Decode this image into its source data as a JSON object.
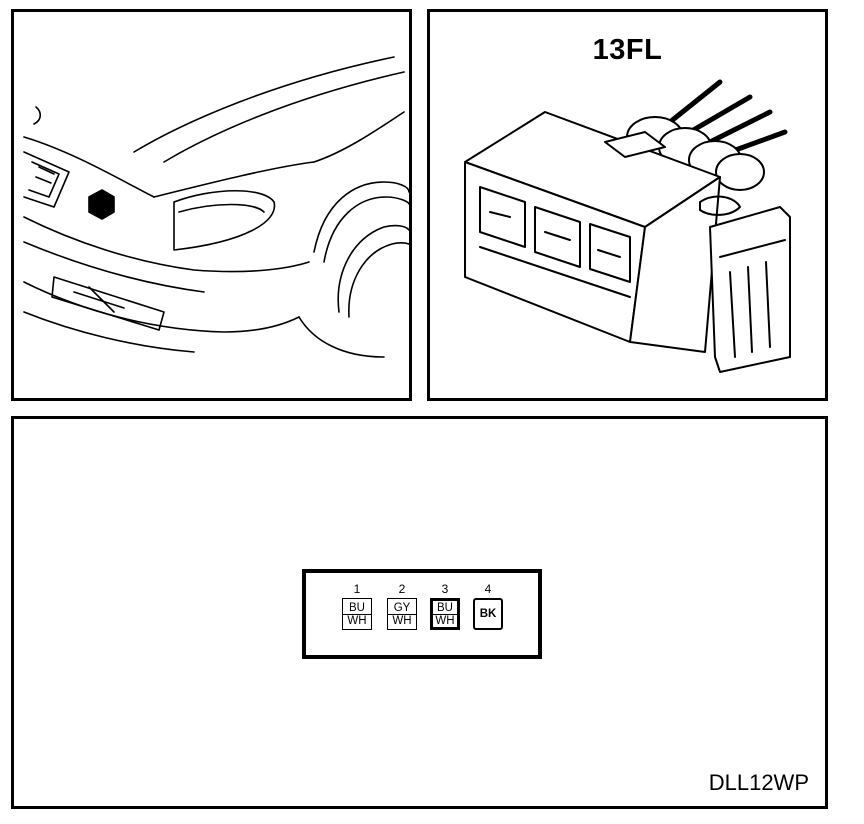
{
  "connector": {
    "title": "13FL"
  },
  "diagram_code": "DLL12WP",
  "pins": [
    {
      "number": "1",
      "wire_top": "BU",
      "wire_bottom": "WH",
      "style": "normal"
    },
    {
      "number": "2",
      "wire_top": "GY",
      "wire_bottom": "WH",
      "style": "normal"
    },
    {
      "number": "3",
      "wire_top": "BU",
      "wire_bottom": "WH",
      "style": "thick"
    },
    {
      "number": "4",
      "wire_top": "BK",
      "wire_bottom": "",
      "style": "bold"
    }
  ]
}
